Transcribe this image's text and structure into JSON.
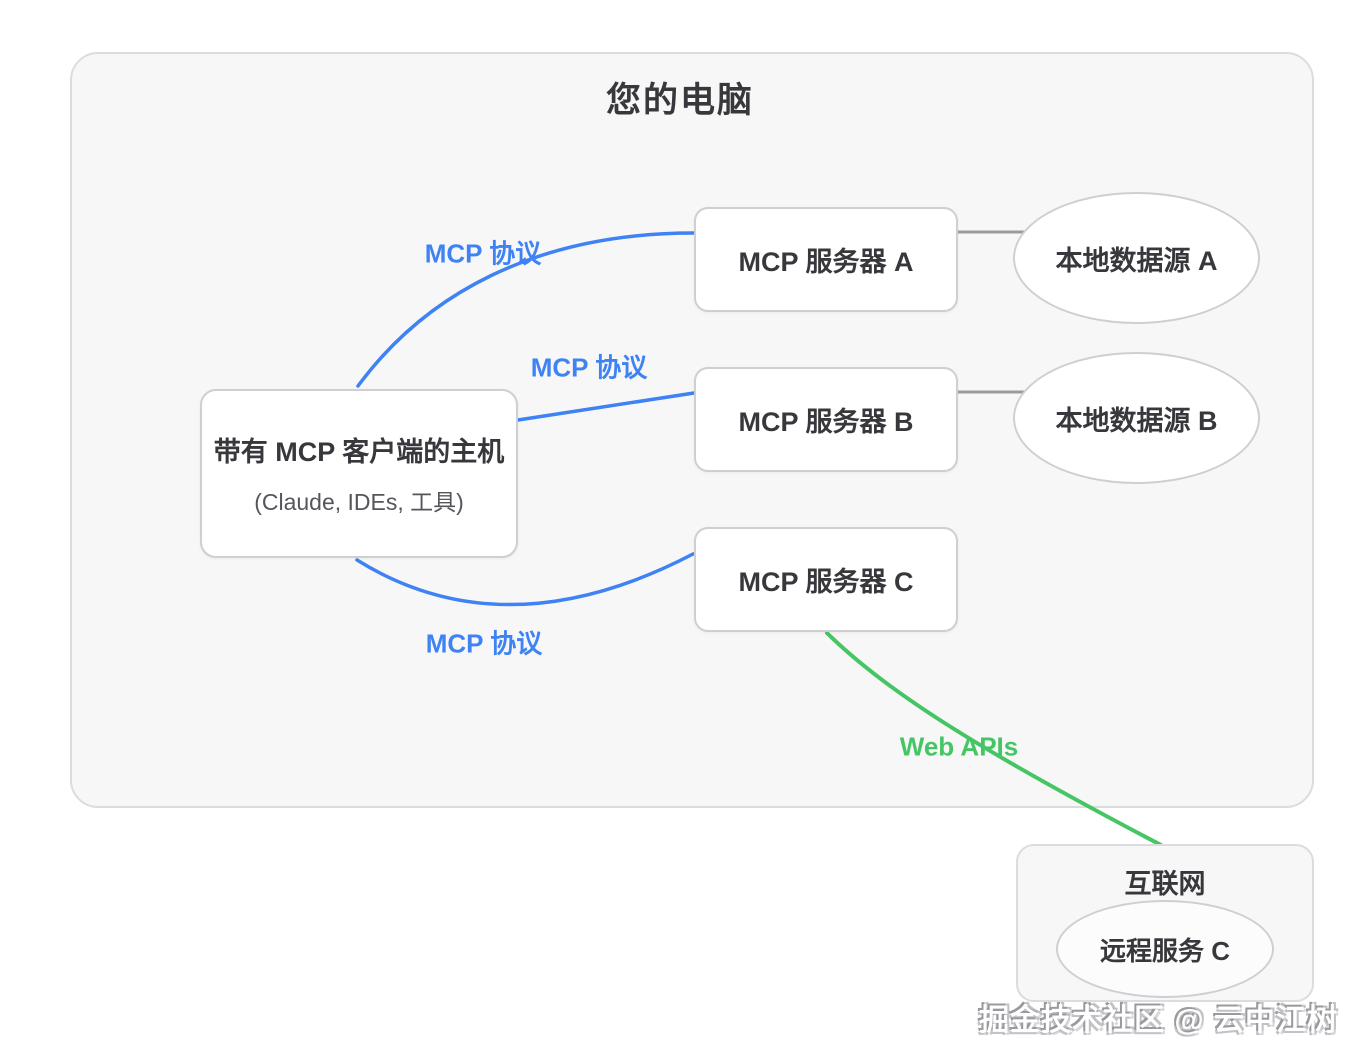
{
  "colors": {
    "blue": "#3e82f4",
    "green": "#46c564",
    "container_bg": "#f7f7f8",
    "container_border": "#dcdcde",
    "box_bg": "#ffffff",
    "box_border": "#cfcfd3",
    "connector_gray": "#9b9b9f",
    "text_dark": "#38383c",
    "text_gray": "#55555c"
  },
  "computer": {
    "title": "您的电脑"
  },
  "host": {
    "title": "带有 MCP 客户端的主机",
    "subtitle": "(Claude, IDEs, 工具)"
  },
  "servers": [
    {
      "label": "MCP 服务器 A"
    },
    {
      "label": "MCP 服务器 B"
    },
    {
      "label": "MCP 服务器 C"
    }
  ],
  "datasources": [
    {
      "label": "本地数据源 A"
    },
    {
      "label": "本地数据源 B"
    }
  ],
  "connections": {
    "mcp_top": "MCP 协议",
    "mcp_mid": "MCP 协议",
    "mcp_bottom": "MCP 协议",
    "web_apis": "Web APIs"
  },
  "internet": {
    "title": "互联网",
    "service": "远程服务 C"
  },
  "watermark": "掘金技术社区 @ 云中江树"
}
